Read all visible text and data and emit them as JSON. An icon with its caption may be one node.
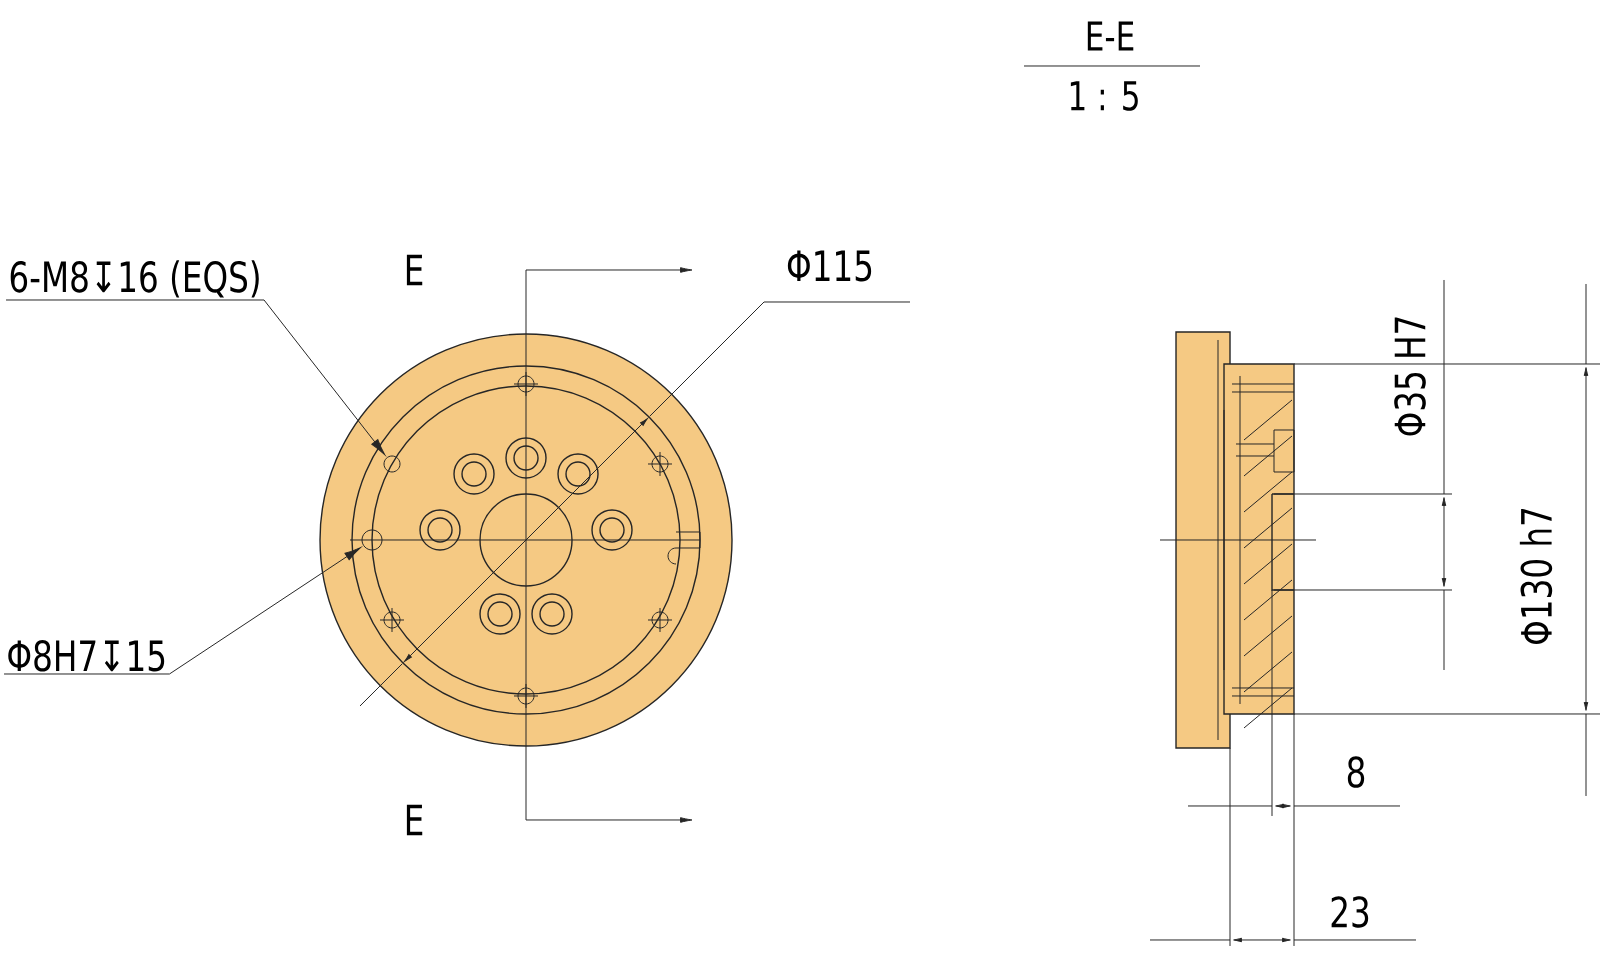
{
  "diagram": {
    "nodes": [
      {
        "text": [
          "6-M8↧16 (EQS)"
        ]
      },
      {
        "text": [],
        "shape": "circle"
      },
      {
        "text": [
          "Φ8H7↧15"
        ]
      },
      {
        "text": [],
        "shape": "circle"
      }
    ],
    "edges": [
      {
        "from": 0,
        "to": 1,
        "arrow": "to"
      },
      {
        "from": 2,
        "to": 3,
        "arrow": "to"
      }
    ],
    "labels": [
      "E-E",
      "1 : 5",
      "E",
      "Φ115",
      "E",
      "Φ35 H7",
      "Φ130 h7",
      "8",
      "23"
    ]
  }
}
